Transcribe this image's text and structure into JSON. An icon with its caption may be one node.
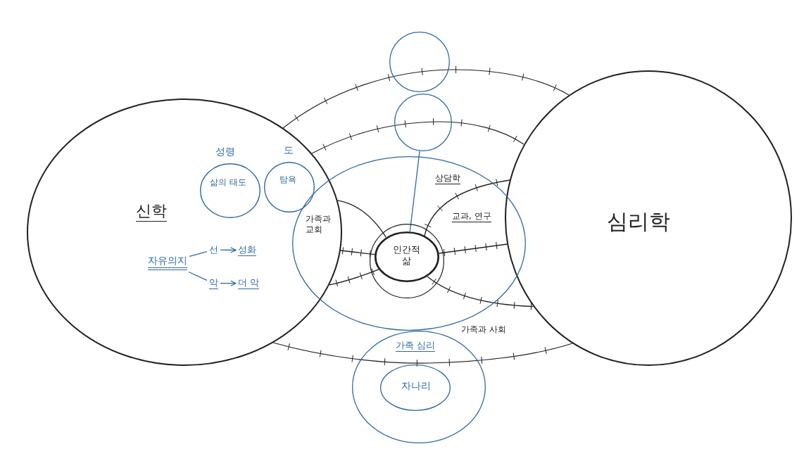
{
  "diagram": {
    "nodes": [
      {
        "text": [
          "신학"
        ]
      },
      {
        "text": [
          "성령",
          "삶의 태도"
        ],
        "in": 0
      },
      {
        "text": [
          "도",
          "탐욕"
        ],
        "in": 0
      },
      {
        "text": [
          "자유의지"
        ],
        "in": 0
      },
      {
        "text": [
          "선"
        ],
        "in": 0
      },
      {
        "text": [
          "성화"
        ],
        "in": 0
      },
      {
        "text": [
          "악"
        ],
        "in": 0
      },
      {
        "text": [
          "더 악"
        ],
        "in": 0
      },
      {
        "text": [
          "심리학"
        ]
      },
      {
        "text": [],
        "shape": "ellipse"
      },
      {
        "text": [],
        "shape": "circle",
        "in": 9
      },
      {
        "text": [
          "인간적 삶"
        ],
        "in": 10
      },
      {
        "text": [],
        "shape": "circle"
      },
      {
        "text": [],
        "shape": "circle"
      },
      {
        "text": [
          "가족 심리"
        ]
      },
      {
        "text": [
          "자나리"
        ],
        "in": 14
      }
    ],
    "edges": [
      {
        "from": 3,
        "to": 4,
        "arrow": "none",
        "color": "#2f6aa3"
      },
      {
        "from": 3,
        "to": 6,
        "arrow": "none",
        "color": "#2f6aa3"
      },
      {
        "from": 4,
        "to": 5,
        "arrow": "to",
        "color": "#2f6aa3"
      },
      {
        "from": 6,
        "to": 7,
        "arrow": "to",
        "color": "#2f6aa3"
      },
      {
        "from": 11,
        "to": 13,
        "arrow": "none",
        "color": "#2f6aa3"
      },
      {
        "from": 11,
        "to": 0,
        "arrow": "none"
      },
      {
        "from": 11,
        "to": 8,
        "arrow": "none"
      },
      {
        "from": 11,
        "to": 0,
        "arrow": "none"
      },
      {
        "from": 11,
        "to": 8,
        "arrow": "none"
      },
      {
        "from": 11,
        "to": 0,
        "arrow": "none"
      },
      {
        "from": 11,
        "to": 8,
        "arrow": "none"
      }
    ],
    "labels": [
      "가족과 교회",
      "상담학",
      "교과, 연구",
      "가족과 사회"
    ]
  }
}
